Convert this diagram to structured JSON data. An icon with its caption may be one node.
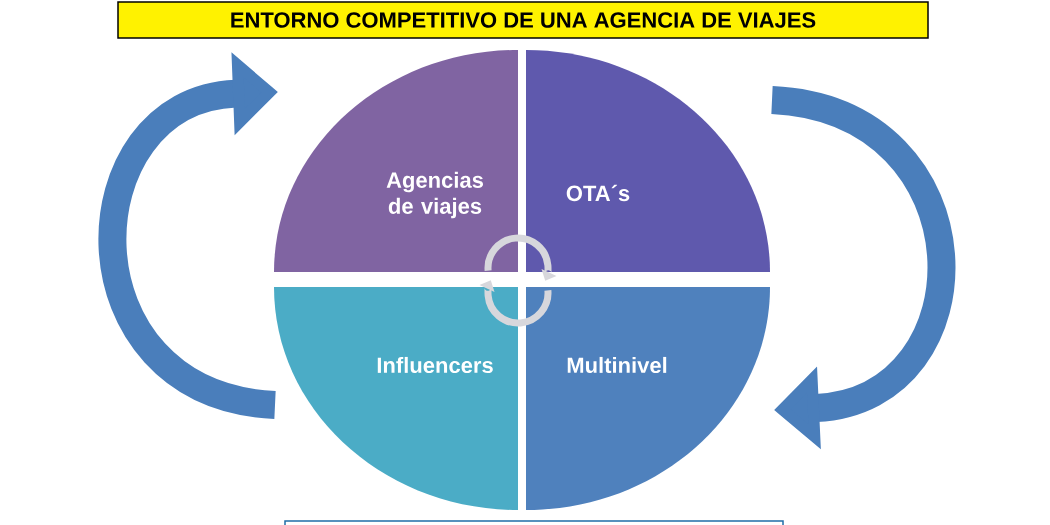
{
  "diagram": {
    "title": "ENTORNO COMPETITIVO DE UNA AGENCIA DE VIAJES",
    "nodes": [
      {
        "text": [
          "Agencias de viajes"
        ]
      },
      {
        "text": [
          "OTA´s"
        ]
      },
      {
        "text": [
          "Influencers"
        ]
      },
      {
        "text": [
          "Multinivel"
        ]
      }
    ],
    "edges": [
      {
        "from": 2,
        "to": 0,
        "arrow": "to"
      },
      {
        "from": 1,
        "to": 3,
        "arrow": "to"
      }
    ]
  }
}
